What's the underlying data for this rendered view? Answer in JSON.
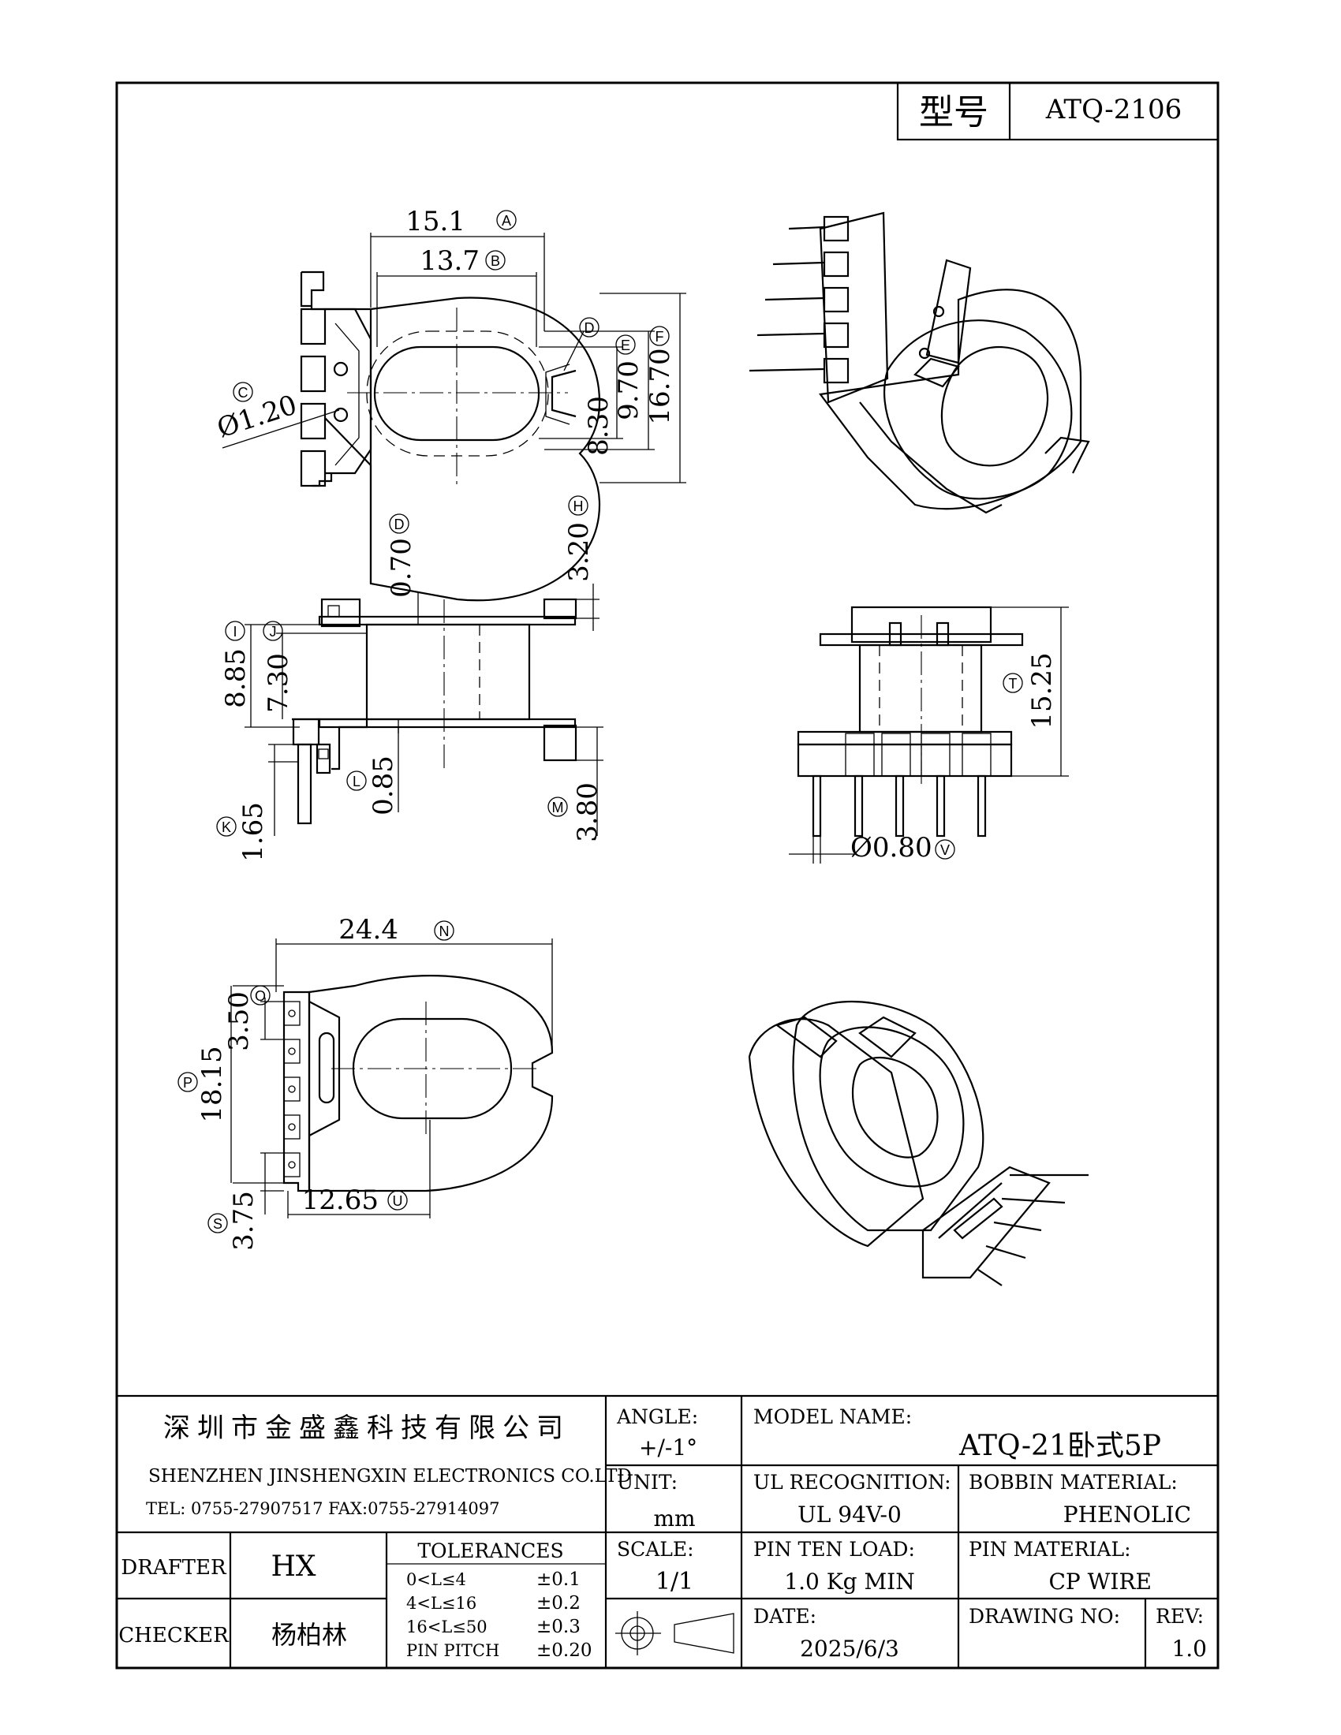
{
  "model_header": {
    "label": "型号",
    "value": "ATQ-2106"
  },
  "dimensions": {
    "top_view": {
      "a": {
        "value": "15.1",
        "tag": "A"
      },
      "b": {
        "value": "13.7",
        "tag": "B"
      },
      "c": {
        "value": "Ø1.20",
        "tag": "C"
      },
      "d": {
        "tag": "D"
      },
      "e": {
        "value": "8.30",
        "tag": "E"
      },
      "e2": {
        "value": "9.70"
      },
      "f": {
        "value": "16.70",
        "tag": "F"
      }
    },
    "side_view": {
      "d": {
        "value": "0.70",
        "tag": "D"
      },
      "h": {
        "value": "3.20",
        "tag": "H"
      },
      "i": {
        "value": "8.85",
        "tag": "I"
      },
      "j": {
        "value": "7.30",
        "tag": "J"
      },
      "k": {
        "value": "1.65",
        "tag": "K"
      },
      "l": {
        "value": "0.85",
        "tag": "L"
      },
      "m": {
        "value": "3.80",
        "tag": "M"
      }
    },
    "front_view": {
      "t": {
        "value": "15.25",
        "tag": "T"
      },
      "v": {
        "value": "Ø0.80",
        "tag": "V"
      }
    },
    "bottom_view": {
      "n": {
        "value": "24.4",
        "tag": "N"
      },
      "o": {
        "value": "3.50",
        "tag": "O"
      },
      "p": {
        "value": "18.15",
        "tag": "P"
      },
      "s": {
        "value": "3.75",
        "tag": "S"
      },
      "u": {
        "value": "12.65",
        "tag": "U"
      }
    }
  },
  "title_block": {
    "company_cn": "深圳市金盛鑫科技有限公司",
    "company_en": "SHENZHEN JINSHENGXIN ELECTRONICS  CO.LTD",
    "contact": "TEL: 0755-27907517   FAX:0755-27914097",
    "angle_label": "ANGLE:",
    "angle_value": "+/-1°",
    "model_name_label": "MODEL NAME:",
    "model_name_value": "ATQ-21卧式5P",
    "unit_label": "UNIT:",
    "unit_value": "mm",
    "ul_label": "UL RECOGNITION:",
    "ul_value": "UL 94V-0",
    "bobbin_label": "BOBBIN MATERIAL:",
    "bobbin_value": "PHENOLIC",
    "drafter_label": "DRAFTER",
    "drafter_value": "HX",
    "tolerances_label": "TOLERANCES",
    "tolerances": [
      {
        "range": "0<L≤4",
        "tol": "±0.1"
      },
      {
        "range": "4<L≤16",
        "tol": "±0.2"
      },
      {
        "range": "16<L≤50",
        "tol": "±0.3"
      },
      {
        "range": "PIN PITCH",
        "tol": "±0.20"
      }
    ],
    "scale_label": "SCALE:",
    "scale_value": "1/1",
    "pin_load_label": "PIN TEN LOAD:",
    "pin_load_value": "1.0 Kg MIN",
    "pin_material_label": "PIN MATERIAL:",
    "pin_material_value": "CP WIRE",
    "checker_label": "CHECKER",
    "checker_value": "杨柏林",
    "date_label": "DATE:",
    "date_value": "2025/6/3",
    "drawing_no_label": "DRAWING NO:",
    "drawing_no_value": "",
    "rev_label": "REV:",
    "rev_value": "1.0"
  }
}
